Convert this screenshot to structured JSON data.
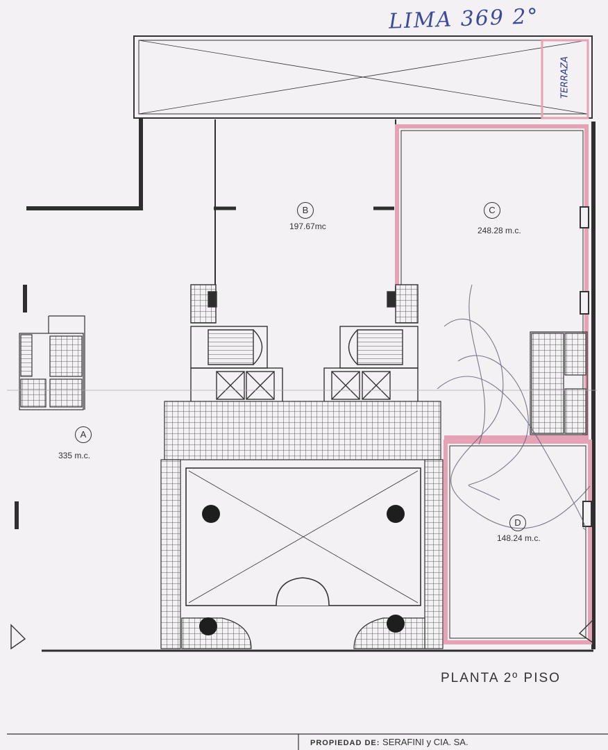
{
  "header": {
    "handwritten_address": "LIMA 369 2°"
  },
  "terrace": {
    "label": "TERRAZA"
  },
  "units": [
    {
      "id": "A",
      "letter": "A",
      "area": "335 m.c."
    },
    {
      "id": "B",
      "letter": "B",
      "area": "197.67mc"
    },
    {
      "id": "C",
      "letter": "C",
      "area": "248.28 m.c."
    },
    {
      "id": "D",
      "letter": "D",
      "area": "148.24 m.c."
    }
  ],
  "plan_title": "PLANTA 2º PISO",
  "footer": {
    "label": "PROPIEDAD DE:",
    "owner": "SERAFINI y CIA. SA."
  },
  "colors": {
    "paper": "#f3f1f3",
    "ink": "#2e2e2e",
    "pink_outline": "#e6a3b6",
    "handwriting": "#3b4a9a"
  }
}
